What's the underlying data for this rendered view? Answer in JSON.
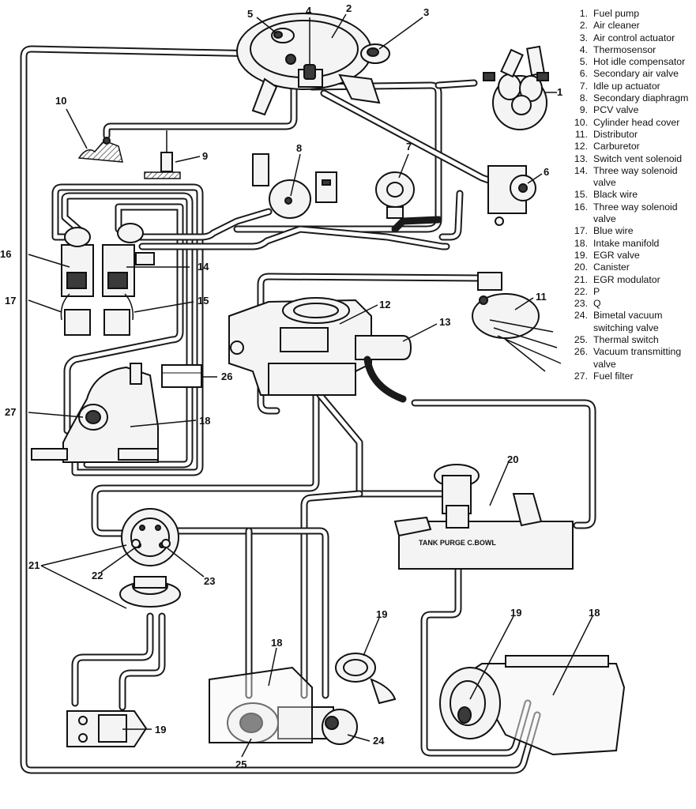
{
  "legend": [
    {
      "num": "1.",
      "text": "Fuel pump"
    },
    {
      "num": "2.",
      "text": "Air cleaner"
    },
    {
      "num": "3.",
      "text": "Air control actuator"
    },
    {
      "num": "4.",
      "text": "Thermosensor"
    },
    {
      "num": "5.",
      "text": "Hot idle compensator"
    },
    {
      "num": "6.",
      "text": "Secondary air valve"
    },
    {
      "num": "7.",
      "text": "Idle up actuator"
    },
    {
      "num": "8.",
      "text": "Secondary diaphragm"
    },
    {
      "num": "9.",
      "text": "PCV valve"
    },
    {
      "num": "10.",
      "text": "Cylinder head cover"
    },
    {
      "num": "11.",
      "text": "Distributor"
    },
    {
      "num": "12.",
      "text": "Carburetor"
    },
    {
      "num": "13.",
      "text": "Switch vent solenoid"
    },
    {
      "num": "14.",
      "text": "Three way solenoid valve"
    },
    {
      "num": "15.",
      "text": "Black wire"
    },
    {
      "num": "16.",
      "text": "Three way solenoid valve"
    },
    {
      "num": "17.",
      "text": "Blue wire"
    },
    {
      "num": "18.",
      "text": "Intake manifold"
    },
    {
      "num": "19.",
      "text": "EGR valve"
    },
    {
      "num": "20.",
      "text": "Canister"
    },
    {
      "num": "21.",
      "text": "EGR modulator"
    },
    {
      "num": "22.",
      "text": "P"
    },
    {
      "num": "23.",
      "text": "Q"
    },
    {
      "num": "24.",
      "text": "Bimetal vacuum switching valve"
    },
    {
      "num": "25.",
      "text": "Thermal switch"
    },
    {
      "num": "26.",
      "text": "Vacuum transmitting valve"
    },
    {
      "num": "27.",
      "text": "Fuel filter"
    }
  ],
  "callouts": {
    "c1": "1",
    "c2": "2",
    "c3": "3",
    "c4": "4",
    "c5": "5",
    "c6": "6",
    "c7": "7",
    "c8": "8",
    "c9": "9",
    "c10": "10",
    "c11": "11",
    "c12": "12",
    "c13": "13",
    "c14": "14",
    "c15": "15",
    "c16": "16",
    "c17": "17",
    "c18a": "18",
    "c18b": "18",
    "c18c": "18",
    "c19a": "19",
    "c19b": "19",
    "c19c": "19",
    "c20": "20",
    "c21": "21",
    "c22": "22",
    "c23": "23",
    "c24": "24",
    "c25": "25",
    "c26": "26",
    "c27": "27"
  },
  "canister_label": "TANK  PURGE  C.BOWL"
}
